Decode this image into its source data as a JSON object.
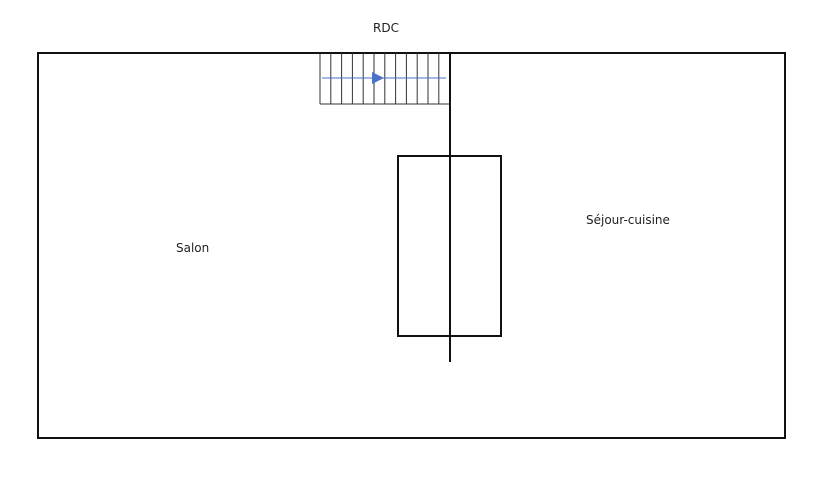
{
  "plan": {
    "title": "RDC",
    "rooms": [
      {
        "id": "salon",
        "label": "Salon"
      },
      {
        "id": "sejour",
        "label": "Séjour-cuisine"
      }
    ],
    "colors": {
      "wall": "#111111",
      "stair_lines": "#333333",
      "stair_arrow": "#4a72c8",
      "background": "#ffffff"
    },
    "icons": {
      "stair_direction": "arrow-right-icon"
    }
  }
}
